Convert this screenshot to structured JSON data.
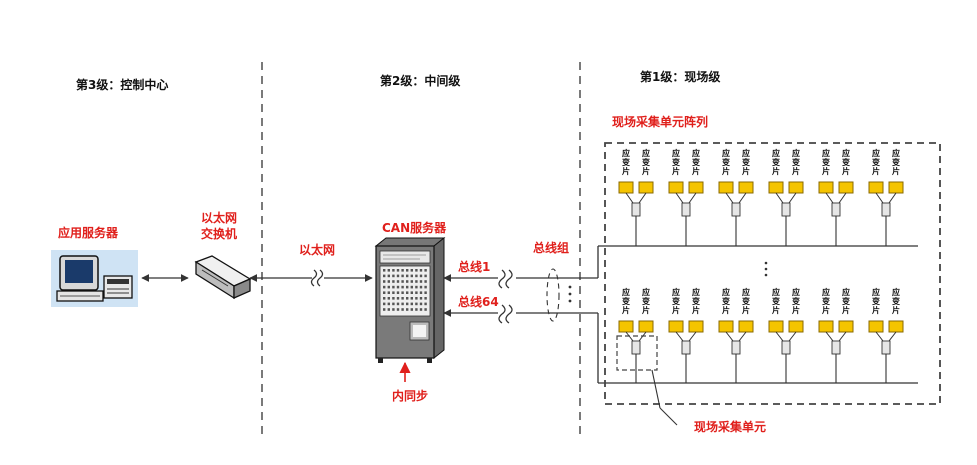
{
  "levels": {
    "level3": "第3级：控制中心",
    "level2": "第2级：中间级",
    "level1": "第1级：现场级"
  },
  "nodes": {
    "app_server": "应用服务器",
    "switch_line1": "以太网",
    "switch_line2": "交换机",
    "ethernet": "以太网",
    "can_server": "CAN服务器",
    "bus1": "总线1",
    "bus64": "总线64",
    "bus_group": "总线组",
    "internal_sync": "内同步",
    "array": "现场采集单元阵列",
    "unit": "现场采集单元"
  },
  "gauge": {
    "char1": "应",
    "char2": "变",
    "char3": "片"
  },
  "colors": {
    "label_red": "#e0201c",
    "gauge_fill": "#f5c400",
    "gauge_border": "#8a6a00",
    "line": "#333333"
  }
}
